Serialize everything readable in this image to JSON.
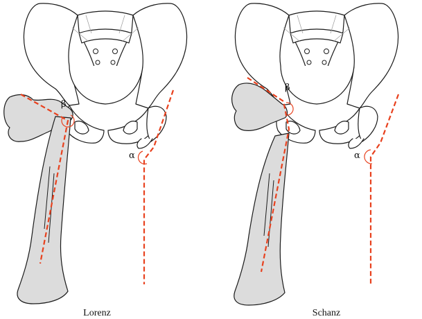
{
  "panels": [
    {
      "caption": "Lorenz",
      "alpha_symbol": "α",
      "beta_symbol": "β"
    },
    {
      "caption": "Schanz",
      "alpha_symbol": "α",
      "beta_symbol": "β"
    }
  ],
  "colors": {
    "guide_line": "#e8411e",
    "bone_outline": "#1a1a1a",
    "femur_fill": "#dcdcdc",
    "background": "#ffffff"
  }
}
